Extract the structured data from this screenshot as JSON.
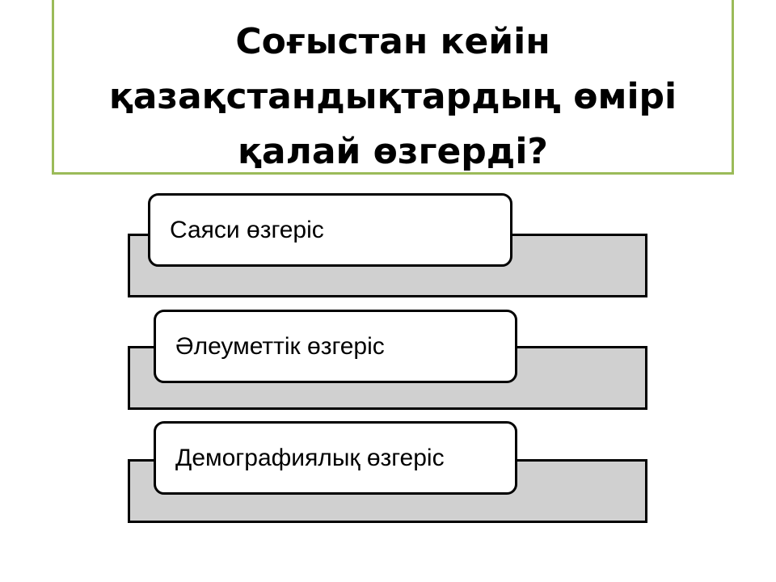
{
  "slide": {
    "title_lines": [
      "Соғыстан кейін",
      "қазақстандықтардың өмірі",
      "қалай өзгерді?"
    ]
  },
  "diagram": {
    "items": [
      {
        "label": "Саяси өзгеріс"
      },
      {
        "label": "Әлеуметтік өзгеріс"
      },
      {
        "label": "Демографиялық өзгеріс"
      }
    ]
  },
  "colors": {
    "title_border": "#9bbb59",
    "band_fill": "#d0d0d0",
    "outline": "#000000"
  }
}
